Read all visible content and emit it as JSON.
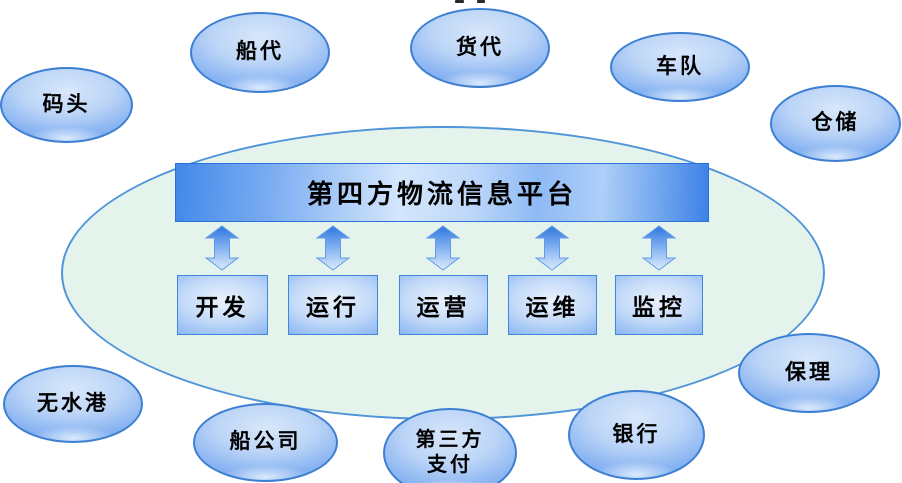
{
  "diagram": {
    "platform_banner": {
      "label": "第四方物流信息平台"
    },
    "process_boxes": [
      {
        "label": "开发"
      },
      {
        "label": "运行"
      },
      {
        "label": "运营"
      },
      {
        "label": "运维"
      },
      {
        "label": "监控"
      }
    ],
    "satellite_nodes": [
      {
        "label": "码头"
      },
      {
        "label": "船代"
      },
      {
        "label": "货代"
      },
      {
        "label": "车队"
      },
      {
        "label": "仓储"
      },
      {
        "label": "保理"
      },
      {
        "label": "银行"
      },
      {
        "label": "第三方\n支付"
      },
      {
        "label": "船公司"
      },
      {
        "label": "无水港"
      }
    ],
    "colors": {
      "node_fill_light": "#d8e7fa",
      "node_fill_dark": "#4c8ee4",
      "node_border": "#3d7fd2",
      "platform_ellipse_fill": "#e4f4ec",
      "platform_ellipse_border": "#5095da",
      "banner_blue": "#3c82e6",
      "banner_highlight": "#d3e6fc",
      "box_fill_light": "#eaf2fd",
      "box_fill_dark": "#5896ea",
      "arrow_top": "#2f76dc",
      "arrow_bottom": "#dcecfd",
      "text_color": "#000000",
      "background": "#ffffff"
    }
  }
}
